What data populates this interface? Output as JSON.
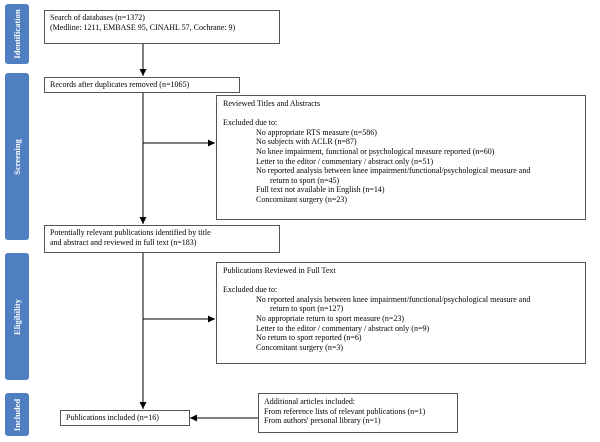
{
  "phases": {
    "identification": "Identification",
    "screening": "Screening",
    "eligibility": "Eligibility",
    "included": "Included"
  },
  "search": {
    "line1": "Search of databases (n=1372)",
    "line2": "(Medline: 1211, EMBASE 95, CINAHL 57, Cochrane: 9)"
  },
  "duplicates": {
    "text": "Records after duplicates removed (n=1065)"
  },
  "screen_excluded": {
    "title": "Reviewed Titles and Abstracts",
    "excluded_label": "Excluded due to:",
    "reasons": [
      "No appropriate RTS measure (n=586)",
      "No subjects with ACLR (n=87)",
      "No knee impairment, functional or psychological measure reported (n=60)",
      "Letter to the editor / commentary / abstract only (n=51)",
      "No reported analysis between knee impairment/functional/psychological measure and",
      "return to sport (n=45)",
      "Full text not available in English (n=14)",
      "Concomitant surgery (n=23)"
    ]
  },
  "fulltext": {
    "line1": "Potentially relevant publications identified by title",
    "line2": "and abstract and reviewed in full text (n=183)"
  },
  "full_excluded": {
    "title": "Publications Reviewed in Full Text",
    "excluded_label": "Excluded due to:",
    "reasons": [
      "No reported analysis between knee impairment/functional/psychological measure and",
      "return to sport (n=127)",
      "No appropriate return to sport measure (n=23)",
      "Letter to the editor / commentary / abstract only (n=9)",
      "No return to sport reported (n=6)",
      "Concomitant surgery (n=3)"
    ]
  },
  "included": {
    "text": "Publications included (n=16)"
  },
  "additional": {
    "line1": "Additional articles included:",
    "line2": "From reference lists of relevant publications (n=1)",
    "line3": "From authors' personal library (n=1)"
  }
}
